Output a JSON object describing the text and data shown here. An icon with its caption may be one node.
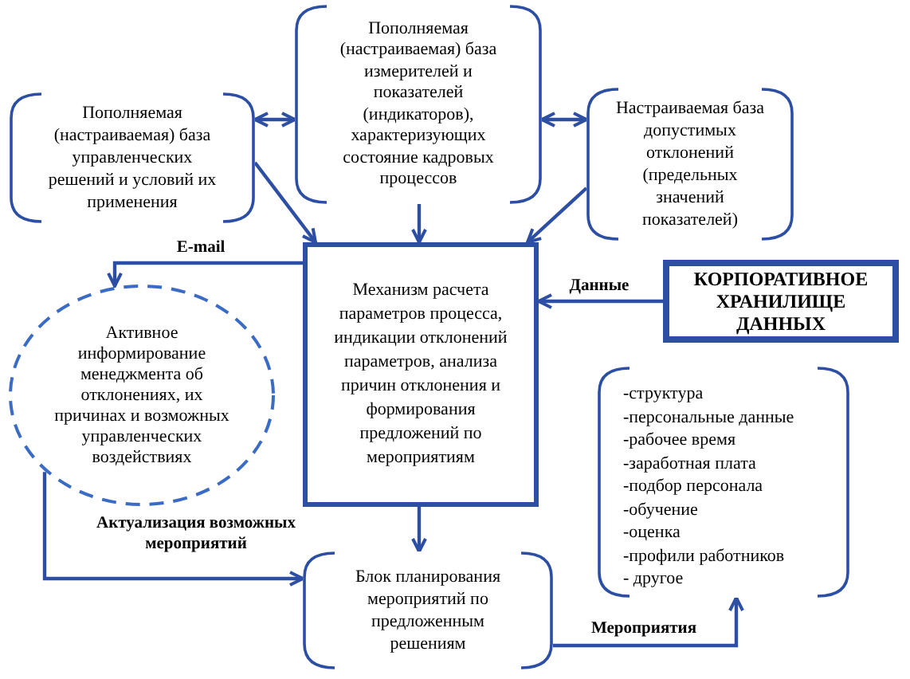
{
  "diagram": {
    "nodes": [
      {
        "text": [
          "Пополняемая (настраиваемая) база управленческих решений и условий их применения"
        ]
      },
      {
        "text": [
          "Пополняемая (настраиваемая) база измерителей и показателей (индикаторов), характеризующих состояние кадровых процессов"
        ]
      },
      {
        "text": [
          "Настраиваемая база допустимых отклонений (предельных значений показателей)"
        ]
      },
      {
        "text": [
          "Механизм расчета параметров процесса, индикации отклонений параметров, анализа причин отклонения и формирования предложений по мероприятиям"
        ]
      },
      {
        "text": [
          "КОРПОРАТИВНОЕ ХРАНИЛИЩЕ ДАННЫХ"
        ]
      },
      {
        "text": [
          "Активное информирование менеджмента об отклонениях, их причинах и возможных управленческих воздействиях"
        ]
      },
      {
        "text": [
          "-структура",
          "-персональные данные",
          "-рабочее время",
          "-заработная плата",
          "-подбор персонала",
          "-обучение",
          "-оценка",
          "-профили работников",
          "- другое"
        ]
      },
      {
        "text": [
          "Блок планирования мероприятий по предложенным решениям"
        ]
      }
    ],
    "edges": [
      {
        "from": 0,
        "to": 1,
        "arrow": "both"
      },
      {
        "from": 1,
        "to": 2,
        "arrow": "both"
      },
      {
        "from": 0,
        "to": 3,
        "arrow": "to"
      },
      {
        "from": 1,
        "to": 3,
        "arrow": "to"
      },
      {
        "from": 2,
        "to": 3,
        "arrow": "to"
      },
      {
        "from": 4,
        "to": 3,
        "arrow": "to",
        "label": "Данные"
      },
      {
        "from": 3,
        "to": 5,
        "arrow": "to",
        "label": "E-mail"
      },
      {
        "from": 5,
        "to": 7,
        "arrow": "to",
        "label": "Актуализация возможных мероприятий"
      },
      {
        "from": 3,
        "to": 7,
        "arrow": "to"
      },
      {
        "from": 7,
        "to": 6,
        "arrow": "to",
        "label": "Мероприятия"
      }
    ]
  }
}
